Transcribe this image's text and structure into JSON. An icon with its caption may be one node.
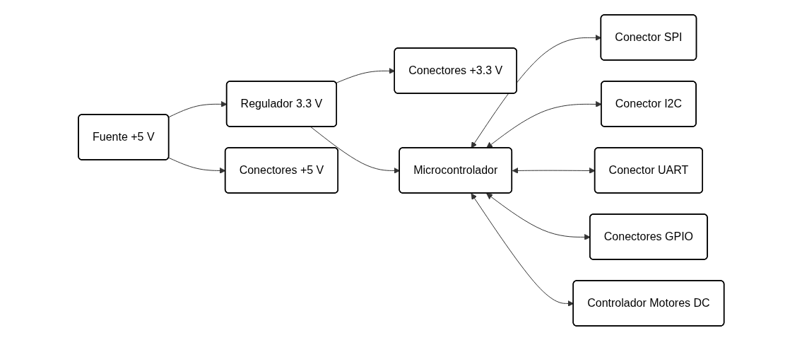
{
  "diagram": {
    "nodes": [
      {
        "text": [
          "Conectores +3.3 V"
        ]
      },
      {
        "text": [
          "Conector SPI"
        ]
      },
      {
        "text": [
          "Conector I2C"
        ]
      },
      {
        "text": [
          "Fuente +5 V"
        ]
      },
      {
        "text": [
          "Regulador 3.3 V"
        ]
      },
      {
        "text": [
          "Microcontrolador"
        ]
      },
      {
        "text": [
          "Conector UART"
        ]
      },
      {
        "text": [
          "Conectores +5 V"
        ]
      },
      {
        "text": [
          "Conectores GPIO"
        ]
      },
      {
        "text": [
          "Controlador Motores DC"
        ]
      }
    ],
    "edges": [
      {
        "from": 3,
        "to": 4,
        "arrow": "to"
      },
      {
        "from": 3,
        "to": 7,
        "arrow": "to"
      },
      {
        "from": 4,
        "to": 5,
        "arrow": "to"
      },
      {
        "from": 4,
        "to": 0,
        "arrow": "to"
      },
      {
        "from": 5,
        "to": 1,
        "arrow": "both"
      },
      {
        "from": 5,
        "to": 2,
        "arrow": "both"
      },
      {
        "from": 5,
        "to": 6,
        "arrow": "both"
      },
      {
        "from": 5,
        "to": 8,
        "arrow": "both"
      },
      {
        "from": 5,
        "to": 9,
        "arrow": "both"
      }
    ]
  }
}
